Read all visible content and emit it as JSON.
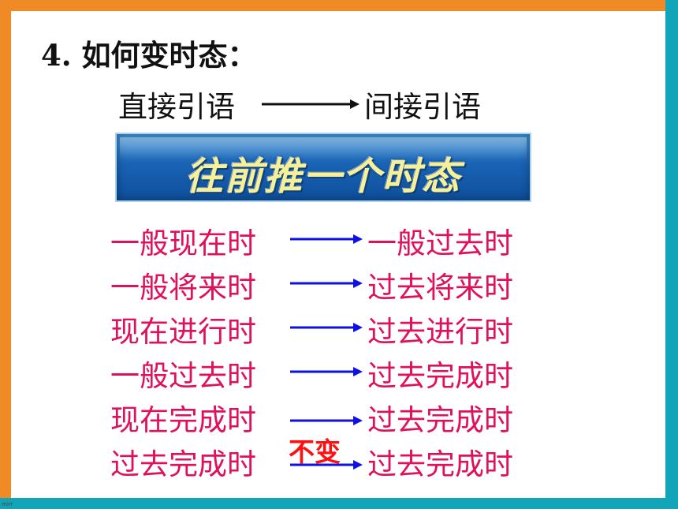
{
  "slide": {
    "title": "4. 如何变时态：",
    "speech": {
      "from": "直接引语",
      "to": "间接引语"
    },
    "banner": "往前推一个时态",
    "rules": [
      {
        "from": "一般现在时",
        "to": "一般过去时"
      },
      {
        "from": "一般将来时",
        "to": "过去将来时"
      },
      {
        "from": "现在进行时",
        "to": "过去进行时"
      },
      {
        "from": "一般过去时",
        "to": "过去完成时"
      },
      {
        "from": "现在完成时",
        "to": "过去完成时"
      },
      {
        "from": "过去完成时",
        "to": "过去完成时"
      }
    ],
    "unchanged_label": "不变",
    "corner_mark": "mirr"
  },
  "colors": {
    "frame_orange": "#f08a24",
    "frame_teal": "#12a4b8",
    "tense_text": "#e0105a",
    "arrow_blue": "#1010e0",
    "unchanged_red": "#ff1010"
  }
}
